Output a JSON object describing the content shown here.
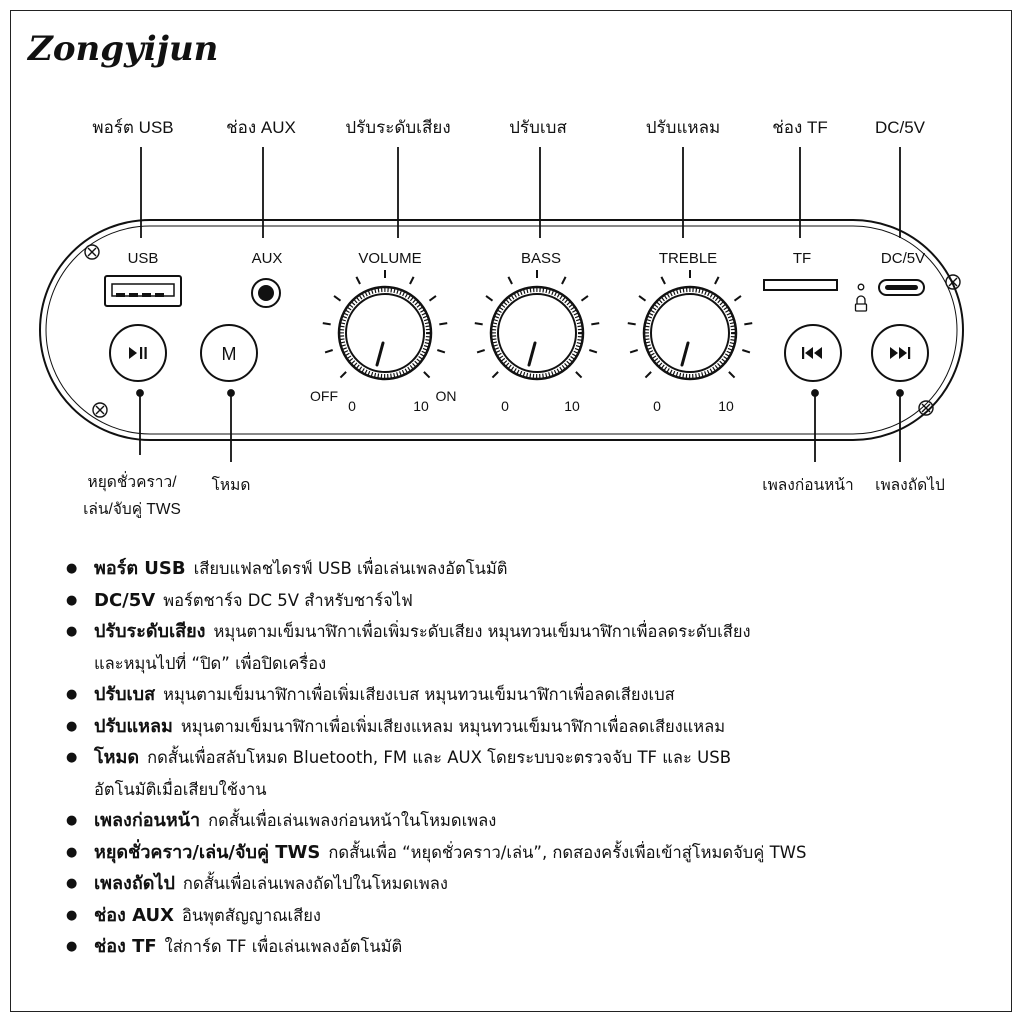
{
  "brand": "Zongyijun",
  "callouts_top": {
    "usb": "พอร์ต USB",
    "aux": "ช่อง AUX",
    "volume": "ปรับระดับเสียง",
    "bass": "ปรับเบส",
    "treble": "ปรับแหลม",
    "tf": "ช่อง TF",
    "dc": "DC/5V"
  },
  "panel_labels": {
    "usb": "USB",
    "aux": "AUX",
    "volume": "VOLUME",
    "bass": "BASS",
    "treble": "TREBLE",
    "tf": "TF",
    "dc": "DC/5V",
    "off": "OFF",
    "on": "ON",
    "zero": "0",
    "ten": "10"
  },
  "buttons": {
    "mode": "M"
  },
  "callouts_bottom": {
    "play_line1": "หยุดชั่วคราว/",
    "play_line2": "เล่น/จับคู่ TWS",
    "mode": "โหมด",
    "prev": "เพลงก่อนหน้า",
    "next": "เพลงถัดไป"
  },
  "descriptions": [
    {
      "term": "พอร์ต USB",
      "text": "เสียบแฟลชไดรฟ์ USB เพื่อเล่นเพลงอัตโนมัติ",
      "cont": ""
    },
    {
      "term": "DC/5V",
      "text": "พอร์ตชาร์จ DC 5V สำหรับชาร์จไฟ",
      "cont": ""
    },
    {
      "term": "ปรับระดับเสียง",
      "text": "หมุนตามเข็มนาฬิกาเพื่อเพิ่มระดับเสียง หมุนทวนเข็มนาฬิกาเพื่อลดระดับเสียง",
      "cont": "และหมุนไปที่ “ปิด” เพื่อปิดเครื่อง"
    },
    {
      "term": "ปรับเบส",
      "text": "หมุนตามเข็มนาฬิกาเพื่อเพิ่มเสียงเบส หมุนทวนเข็มนาฬิกาเพื่อลดเสียงเบส",
      "cont": ""
    },
    {
      "term": "ปรับแหลม",
      "text": "หมุนตามเข็มนาฬิกาเพื่อเพิ่มเสียงแหลม หมุนทวนเข็มนาฬิกาเพื่อลดเสียงแหลม",
      "cont": ""
    },
    {
      "term": "โหมด",
      "text": "กดสั้นเพื่อสลับโหมด Bluetooth, FM และ AUX โดยระบบจะตรวจจับ TF และ USB",
      "cont": "อัตโนมัติเมื่อเสียบใช้งาน"
    },
    {
      "term": "เพลงก่อนหน้า",
      "text": "กดสั้นเพื่อเล่นเพลงก่อนหน้าในโหมดเพลง",
      "cont": ""
    },
    {
      "term": "หยุดชั่วคราว/เล่น/จับคู่ TWS",
      "text": "กดสั้นเพื่อ “หยุดชั่วคราว/เล่น”, กดสองครั้งเพื่อเข้าสู่โหมดจับคู่ TWS",
      "cont": ""
    },
    {
      "term": "เพลงถัดไป",
      "text": "กดสั้นเพื่อเล่นเพลงถัดไปในโหมดเพลง",
      "cont": ""
    },
    {
      "term": "ช่อง AUX",
      "text": "อินพุตสัญญาณเสียง",
      "cont": ""
    },
    {
      "term": "ช่อง TF",
      "text": "ใส่การ์ด TF เพื่อเล่นเพลงอัตโนมัติ",
      "cont": ""
    }
  ]
}
